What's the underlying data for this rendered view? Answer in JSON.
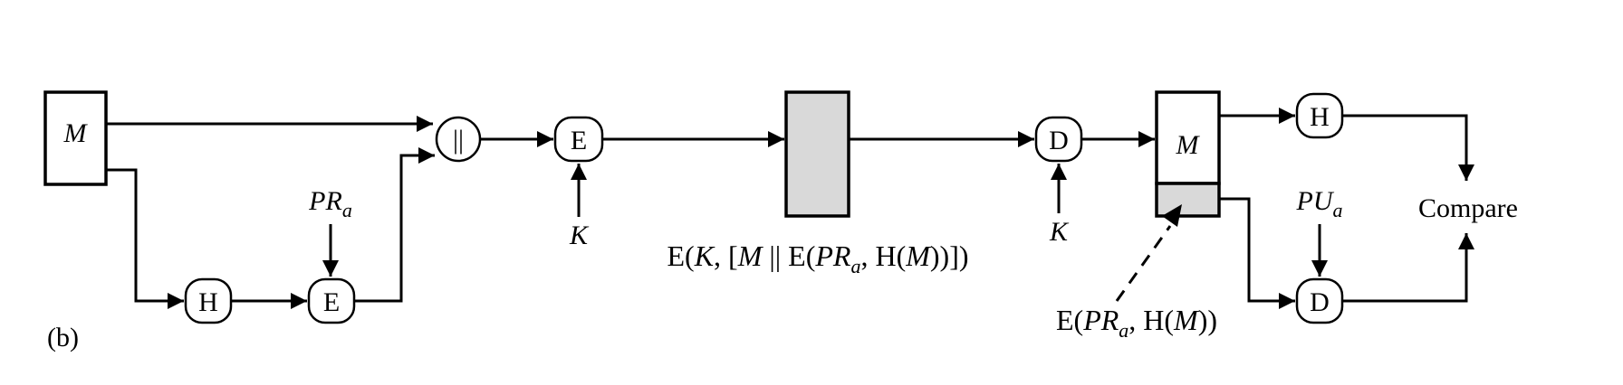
{
  "diagram": {
    "panel_label": "(b)",
    "message": "M",
    "hash": "H",
    "encrypt": "E",
    "decrypt": "D",
    "concat": "||",
    "private_key_main": "PR",
    "private_key_sub": "a",
    "public_key_main": "PU",
    "public_key_sub": "a",
    "session_key": "K",
    "compare": "Compare",
    "transmitted_label": {
      "p1": "E(",
      "p2": "K",
      "p3": ", [",
      "p4": "M",
      "p5": " || E(",
      "p6": "PR",
      "p7": "a",
      "p8": ", H(",
      "p9": "M",
      "p10": "))])"
    },
    "signature_label": {
      "p1": "E(",
      "p2": "PR",
      "p3": "a",
      "p4": ", H(",
      "p5": "M",
      "p6": "))"
    }
  }
}
